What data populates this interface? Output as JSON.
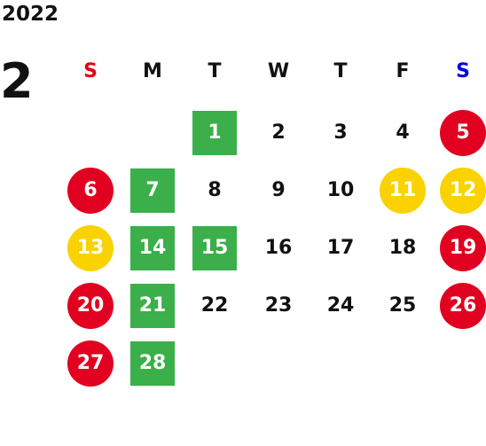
{
  "header": {
    "year": "2022",
    "month": "2"
  },
  "colors": {
    "sunday_header": "#e60012",
    "saturday_header": "#0000e6",
    "default_text": "#111111",
    "red_circle": "#e1001f",
    "yellow_circle": "#f9d200",
    "green_square": "#3aaf4a"
  },
  "weekdays": [
    "S",
    "M",
    "T",
    "W",
    "T",
    "F",
    "S"
  ],
  "days": [
    {
      "label": "1",
      "style": "green"
    },
    {
      "label": "2",
      "style": "plain"
    },
    {
      "label": "3",
      "style": "plain"
    },
    {
      "label": "4",
      "style": "plain"
    },
    {
      "label": "5",
      "style": "red"
    },
    {
      "label": "6",
      "style": "red"
    },
    {
      "label": "7",
      "style": "green"
    },
    {
      "label": "8",
      "style": "plain"
    },
    {
      "label": "9",
      "style": "plain"
    },
    {
      "label": "10",
      "style": "plain"
    },
    {
      "label": "11",
      "style": "yellow"
    },
    {
      "label": "12",
      "style": "yellow"
    },
    {
      "label": "13",
      "style": "yellow"
    },
    {
      "label": "14",
      "style": "green"
    },
    {
      "label": "15",
      "style": "green"
    },
    {
      "label": "16",
      "style": "plain"
    },
    {
      "label": "17",
      "style": "plain"
    },
    {
      "label": "18",
      "style": "plain"
    },
    {
      "label": "19",
      "style": "red"
    },
    {
      "label": "20",
      "style": "red"
    },
    {
      "label": "21",
      "style": "green"
    },
    {
      "label": "22",
      "style": "plain"
    },
    {
      "label": "23",
      "style": "plain"
    },
    {
      "label": "24",
      "style": "plain"
    },
    {
      "label": "25",
      "style": "plain"
    },
    {
      "label": "26",
      "style": "red"
    },
    {
      "label": "27",
      "style": "red"
    },
    {
      "label": "28",
      "style": "green"
    }
  ]
}
